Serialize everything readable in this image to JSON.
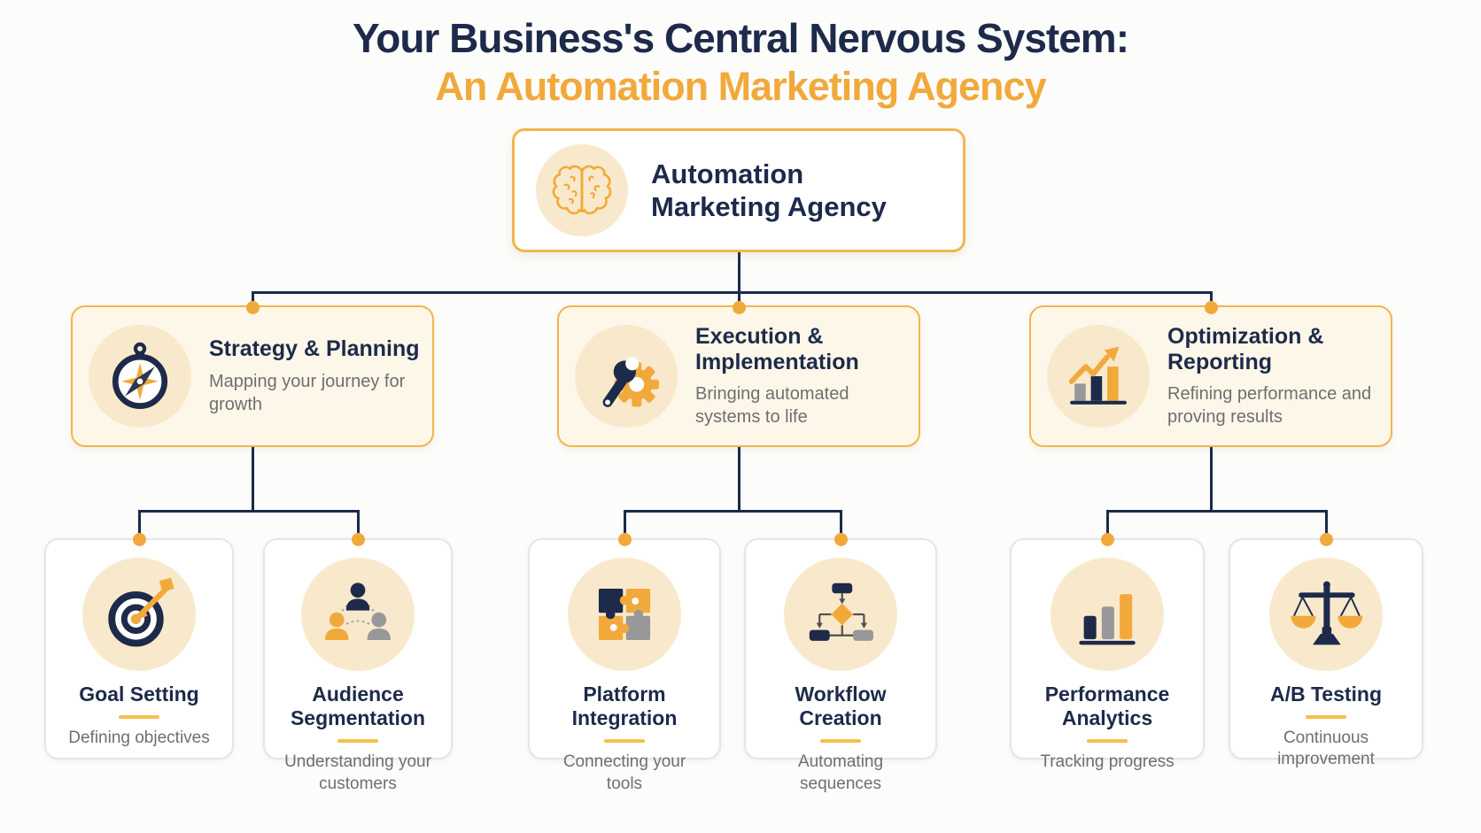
{
  "palette": {
    "navy": "#1d2a4a",
    "orange": "#f2a93b",
    "amber_border": "#f3b54a",
    "cream_panel": "#fdf7e9",
    "peach_circle": "#f9e9cc",
    "text_gray": "#6f6f71",
    "icon_gray": "#98989a",
    "card_border": "#e5e5ea",
    "page_bg": "#fcfcfb"
  },
  "header": {
    "title": "Your Business's Central Nervous System:",
    "subtitle": "An Automation Marketing Agency"
  },
  "root": {
    "title": "Automation Marketing Agency",
    "icon": "brain-icon"
  },
  "branches": [
    {
      "title": "Strategy & Planning",
      "subtitle": "Mapping your journey for growth",
      "icon": "compass-icon"
    },
    {
      "title": "Execution & Implementation",
      "subtitle": "Bringing automated systems to life",
      "icon": "wrench-gear-icon"
    },
    {
      "title": "Optimization & Reporting",
      "subtitle": "Refining performance and proving results",
      "icon": "growth-chart-icon"
    }
  ],
  "leaves": [
    {
      "title": "Goal Setting",
      "description": "Defining objectives",
      "icon": "target-arrow-icon",
      "parent": "Strategy & Planning"
    },
    {
      "title": "Audience Segmentation",
      "description": "Understanding your customers",
      "icon": "audience-icon",
      "parent": "Strategy & Planning"
    },
    {
      "title": "Platform Integration",
      "description": "Connecting your tools",
      "icon": "puzzle-icon",
      "parent": "Execution & Implementation"
    },
    {
      "title": "Workflow Creation",
      "description": "Automating sequences",
      "icon": "workflow-icon",
      "parent": "Execution & Implementation"
    },
    {
      "title": "Performance Analytics",
      "description": "Tracking progress",
      "icon": "bar-chart-icon",
      "parent": "Optimization & Reporting"
    },
    {
      "title": "A/B Testing",
      "description": "Continuous improvement",
      "icon": "balance-scale-icon",
      "parent": "Optimization & Reporting"
    }
  ]
}
